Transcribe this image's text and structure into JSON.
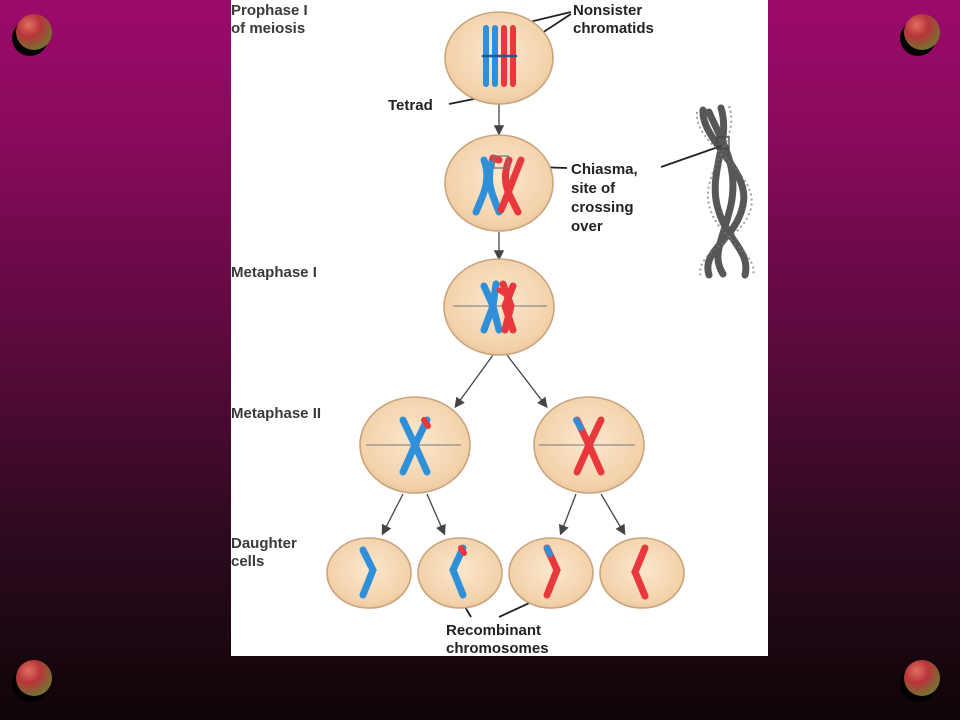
{
  "stages": {
    "prophase": [
      "Prophase I",
      "of meiosis"
    ],
    "metaphase1": "Metaphase I",
    "metaphase2": "Metaphase II",
    "daughter": [
      "Daughter",
      "cells"
    ]
  },
  "callouts": {
    "nonsister": [
      "Nonsister",
      "chromatids"
    ],
    "tetrad": "Tetrad",
    "chiasma": [
      "Chiasma,",
      "site of",
      "crossing",
      "over"
    ],
    "recombinant": [
      "Recombinant",
      "chromosomes"
    ]
  },
  "colors": {
    "maternal": "#e8383c",
    "paternal": "#2f8fd8",
    "cell_fill": "#f6d9b6",
    "cell_stroke": "#c9a47d"
  }
}
